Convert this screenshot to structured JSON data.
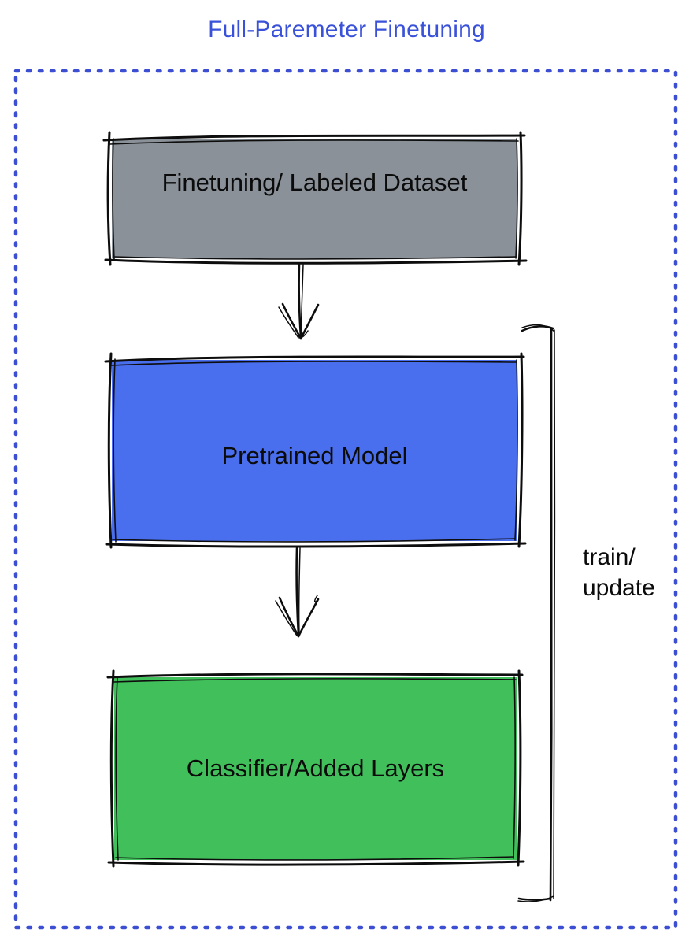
{
  "title": "Full-Paremeter Finetuning",
  "colors": {
    "title": "#3a51d9",
    "dashed_border": "#3c4ed2",
    "sketch_stroke": "#0d0d0d",
    "dataset_box_fill": "#8a9198",
    "pretrained_box_fill": "#4a6fee",
    "classifier_box_fill": "#41bf5b",
    "label_text": "#0b0b0b"
  },
  "boxes": {
    "dataset": {
      "label": "Finetuning/ Labeled Dataset"
    },
    "pretrained": {
      "label": "Pretrained Model"
    },
    "classifier": {
      "label": "Classifier/Added Layers"
    }
  },
  "arrows": {
    "dataset_to_pretrained": "down-arrow",
    "pretrained_to_classifier": "down-arrow"
  },
  "bracket": {
    "label_line1": "train/",
    "label_line2": "update"
  }
}
